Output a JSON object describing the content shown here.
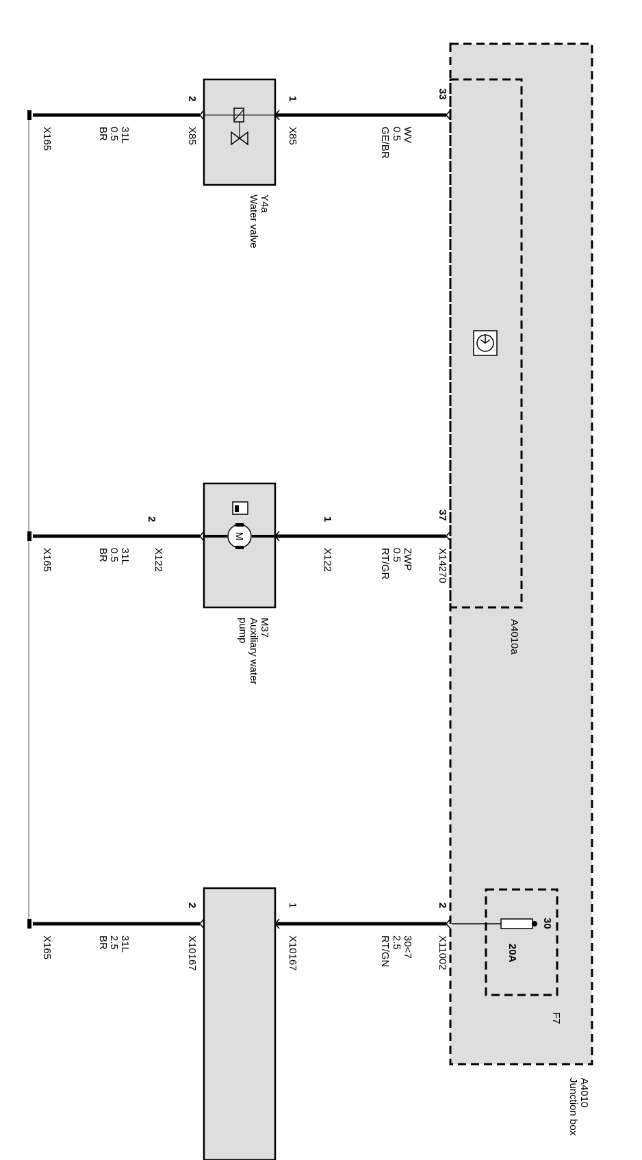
{
  "junction_box": {
    "id": "A4010",
    "name": "Junction box",
    "submodule": "A4010a",
    "fuse": {
      "id": "F7",
      "rating": "20A",
      "terminal": "30"
    }
  },
  "circuits": [
    {
      "box_pin": "33",
      "wire": {
        "name": "WV",
        "size": "0.5",
        "color": "GE/BR"
      },
      "component_pin_in": "1",
      "connector_in": "X85",
      "component": {
        "id": "Y4a",
        "name": "Water valve",
        "symbol": "valve-icon"
      },
      "component_pin_out": "2",
      "connector_out": "X85",
      "ground_wire": {
        "name": "31L",
        "size": "0.5",
        "color": "BR"
      },
      "ground": "X165"
    },
    {
      "box_pin": "37",
      "box_connector": "X14270",
      "wire": {
        "name": "ZWP",
        "size": "0.5",
        "color": "RT/GR"
      },
      "component_pin_in": "1",
      "connector_in": "X122",
      "component": {
        "id": "M37",
        "name_line1": "Auxiliary water",
        "name_line2": "pump",
        "symbol": "motor-icon"
      },
      "component_pin_out": "2",
      "connector_out": "X122",
      "ground_wire": {
        "name": "31L",
        "size": "0.5",
        "color": "BR"
      },
      "ground": "X165"
    },
    {
      "box_pin": "2",
      "box_connector": "X11002",
      "wire": {
        "name": "30<7",
        "size": "2.5",
        "color": "RT/GN"
      },
      "component_pin_in": "1",
      "connector_in": "X10167",
      "component_pin_out": "2",
      "connector_out": "X10167",
      "ground_wire": {
        "name": "31L",
        "size": "2.5",
        "color": "BR"
      },
      "ground": "X165"
    }
  ]
}
